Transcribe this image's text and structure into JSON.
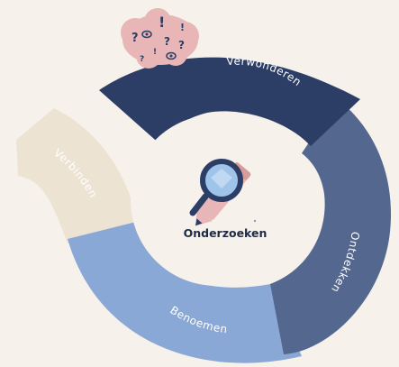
{
  "center": {
    "label": "Onderzoeken",
    "icon": "magnifier-with-pencil-icon"
  },
  "cycle": [
    {
      "id": "verwonderen",
      "label": "Verwonderen",
      "color": "#2c3e66",
      "text_color": "#ffffff"
    },
    {
      "id": "ontdekken",
      "label": "Ontdekken",
      "color": "#53678f",
      "text_color": "#ffffff"
    },
    {
      "id": "benoemen",
      "label": "Benoemen",
      "color": "#8aa8d6",
      "text_color": "#ffffff"
    },
    {
      "id": "verbinden",
      "label": "Verbinden",
      "color": "#ece3d3",
      "text_color": "#ffffff"
    }
  ],
  "thought_cloud": {
    "icon": "question-marks-eyes-cloud-icon",
    "color": "#e8b6b6"
  },
  "colors": {
    "background": "#f6f1eb",
    "center_fill": "#f6f1eb",
    "center_text": "#1f2a44"
  }
}
